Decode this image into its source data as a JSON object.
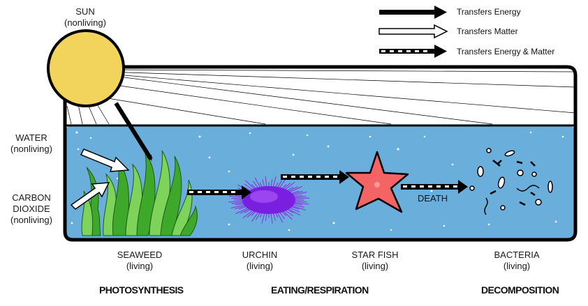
{
  "legend": {
    "energy": "Transfers Energy",
    "matter": "Transfers Matter",
    "energy_matter": "Transfers Energy & Matter"
  },
  "sun": {
    "name": "SUN",
    "status": "(nonliving)"
  },
  "water": {
    "name": "WATER",
    "status": "(nonliving)"
  },
  "co2": {
    "name_line1": "CARBON",
    "name_line2": "DIOXIDE",
    "status": "(nonliving)"
  },
  "organisms": [
    {
      "name": "SEAWEED",
      "status": "(living)",
      "process": "PHOTOSYNTHESIS"
    },
    {
      "name": "URCHIN",
      "status": "(living)",
      "process": "EATING/RESPIRATION"
    },
    {
      "name": "STAR FISH",
      "status": "(living)",
      "process": ""
    },
    {
      "name": "BACTERIA",
      "status": "(living)",
      "process": "DECOMPOSITION"
    }
  ],
  "death_label": "DEATH",
  "colors": {
    "water": "#6aaedc",
    "sun": "#f2d45c",
    "seaweed": "#3ea82a",
    "seaweed_light": "#7ed35a",
    "urchin": "#8a2be2",
    "starfish": "#f46464"
  }
}
